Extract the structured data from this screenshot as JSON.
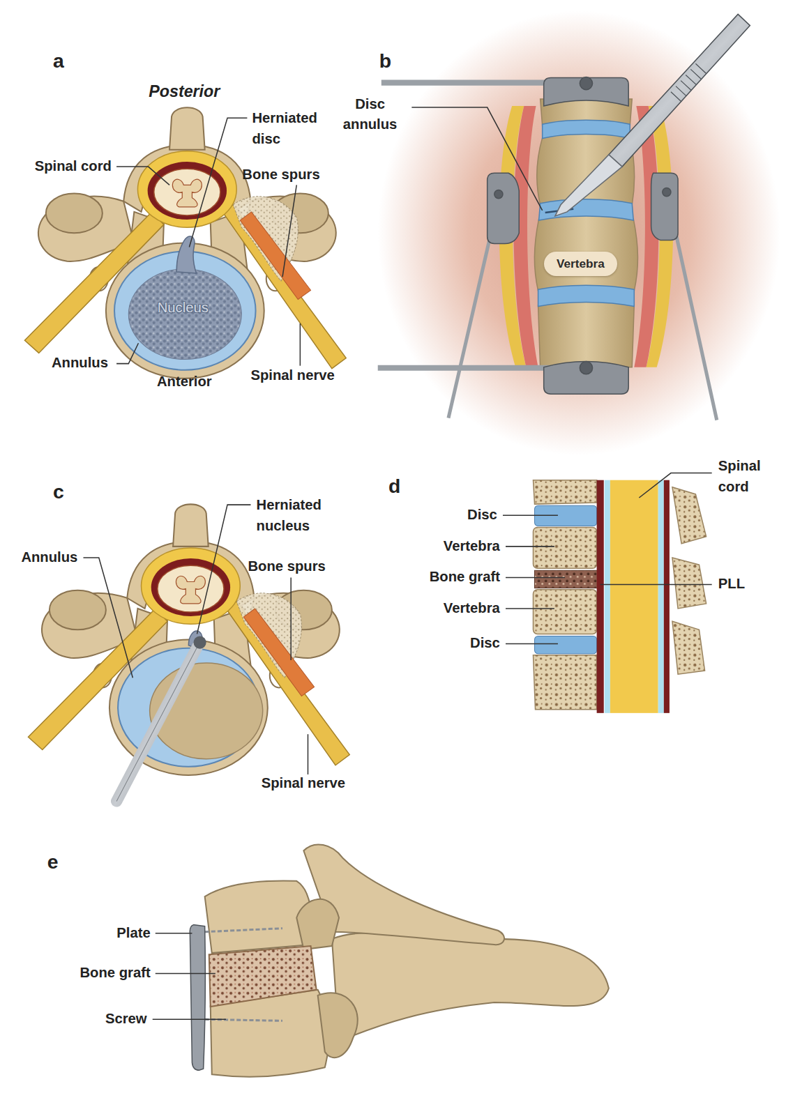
{
  "diagram": {
    "nodes": [
      {
        "text": [
          "Vertebra"
        ]
      }
    ],
    "labels": [
      "a",
      "Posterior",
      "Herniated disc",
      "Spinal cord",
      "Bone spurs",
      "Nucleus",
      "Annulus",
      "Anterior",
      "Spinal nerve",
      "b",
      "Disc annulus",
      "c",
      "Herniated nucleus",
      "Annulus",
      "Bone spurs",
      "Spinal nerve",
      "d",
      "Spinal cord",
      "Disc",
      "Vertebra",
      "Bone graft",
      "PLL",
      "Vertebra",
      "Disc",
      "e",
      "Plate",
      "Bone graft",
      "Screw"
    ]
  }
}
